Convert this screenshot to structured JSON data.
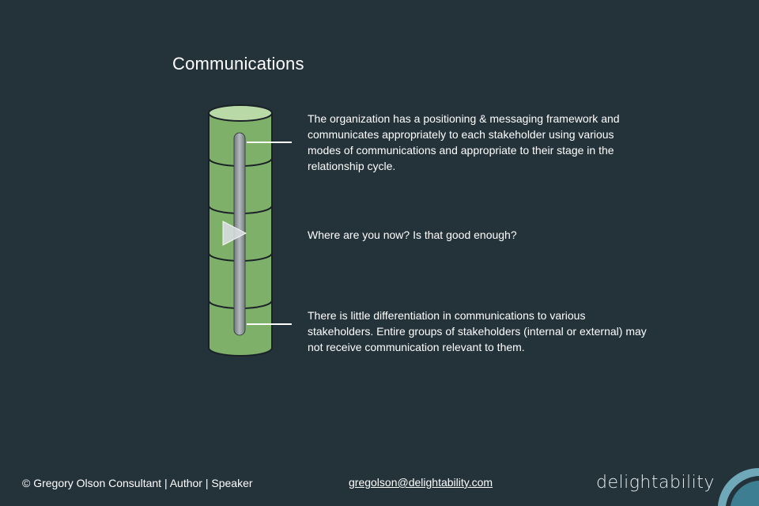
{
  "slide": {
    "title": "Communications"
  },
  "scale": {
    "top_text": "The organization has a positioning & messaging framework and communicates appropriately to each stakeholder using various modes of communications and appropriate to their stage in the relationship cycle.",
    "middle_text": "Where are you now?  Is that good enough?",
    "bottom_text": "There is little differentiation in communications to various stakeholders.  Entire groups of stakeholders (internal or external) may not receive communication relevant to them.",
    "segments": 5,
    "marker_level": 0.5
  },
  "footer": {
    "credit": "© Gregory Olson  Consultant | Author | Speaker",
    "email": "gregolson@delightability.com",
    "logo_text": "delightability"
  },
  "colors": {
    "background": "#24323a",
    "cylinder_green": "#7fb069",
    "cylinder_top": "#b9d9a6",
    "bar": "#8a9296"
  }
}
